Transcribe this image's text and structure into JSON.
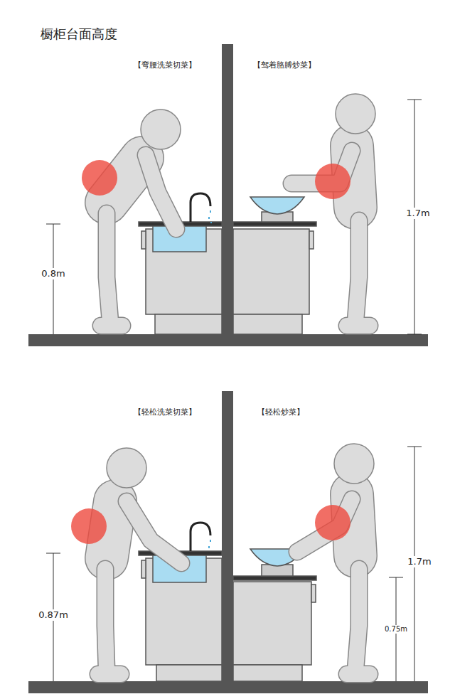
{
  "diagram": {
    "title": "橱柜台面高度",
    "labels": [
      "【弯腰洗菜切菜】",
      "【驾着胳膊炒菜】",
      "0.8m",
      "1.7m",
      "【轻松洗菜切菜】",
      "【轻松炒菜】",
      "0.87m",
      "1.7m",
      "0.75m"
    ]
  }
}
